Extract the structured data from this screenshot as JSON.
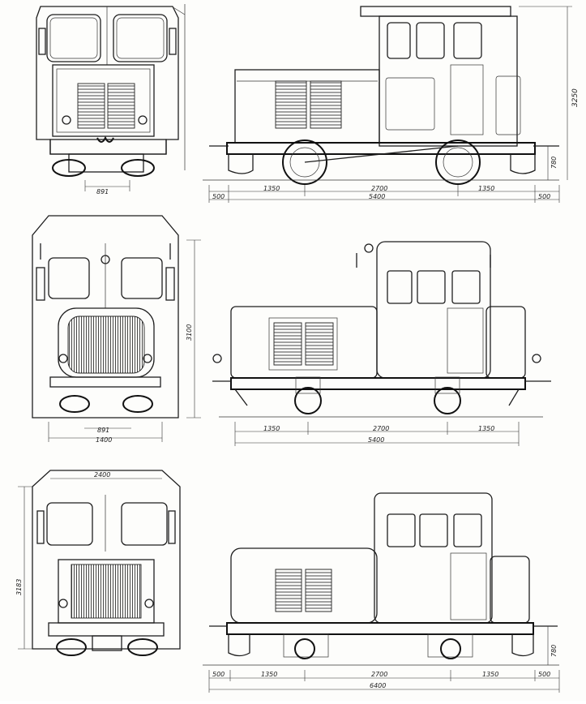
{
  "drawing": {
    "views": [
      {
        "row": 1,
        "front": {
          "width_dim": "891"
        },
        "side": {
          "height_dim": "3250",
          "buffer_height_dim": "780",
          "segments": [
            "1350",
            "2700",
            "1350"
          ],
          "overall": "5400",
          "overhang_left": "500",
          "overhang_right": "500"
        }
      },
      {
        "row": 2,
        "front": {
          "height_dim": "3100",
          "width_dim": "891",
          "width_total_dim": "1400"
        },
        "side": {
          "segments": [
            "1350",
            "2700",
            "1350"
          ],
          "overall": "5400"
        }
      },
      {
        "row": 3,
        "front": {
          "top_width_dim": "2400",
          "height_dim": "3183"
        },
        "side": {
          "buffer_height_dim": "780",
          "overhang_left": "500",
          "segments": [
            "1350",
            "2700",
            "1350"
          ],
          "overhang_right": "500",
          "overall": "6400"
        }
      }
    ]
  }
}
